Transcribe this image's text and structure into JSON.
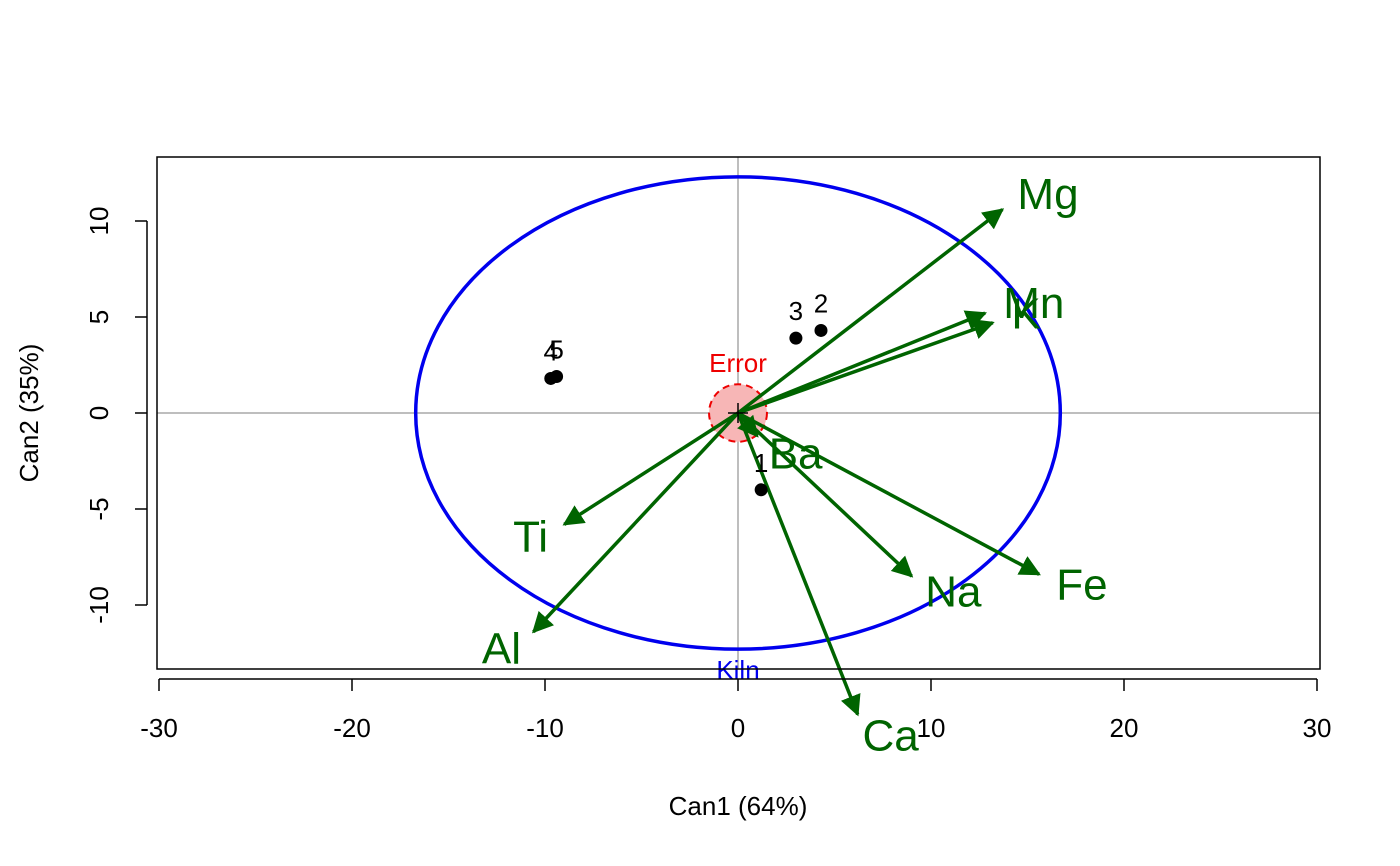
{
  "chart_data": {
    "type": "scatter",
    "xlabel": "Can1 (64%)",
    "ylabel": "Can2 (35%)",
    "xlim": [
      -30,
      30
    ],
    "ylim": [
      -13,
      13
    ],
    "x_ticks": [
      -30,
      -20,
      -10,
      0,
      10,
      20,
      30
    ],
    "y_ticks": [
      -10,
      -5,
      0,
      5,
      10
    ],
    "grid": false,
    "reference_lines": {
      "x": 0,
      "y": 0
    },
    "points": [
      {
        "label": "1",
        "x": 1.2,
        "y": -4.0
      },
      {
        "label": "2",
        "x": 4.3,
        "y": 4.3
      },
      {
        "label": "3",
        "x": 3.0,
        "y": 3.9
      },
      {
        "label": "4",
        "x": -9.7,
        "y": 1.8
      },
      {
        "label": "5",
        "x": -9.4,
        "y": 1.9
      }
    ],
    "vectors": [
      {
        "label": "Mg",
        "x": 13.7,
        "y": 10.6
      },
      {
        "label": "Mn",
        "x": 12.8,
        "y": 5.2
      },
      {
        "label": "K",
        "x": 13.2,
        "y": 4.7
      },
      {
        "label": "Ba",
        "x": 1.0,
        "y": -1.2
      },
      {
        "label": "Na",
        "x": 9.0,
        "y": -8.5
      },
      {
        "label": "Fe",
        "x": 15.6,
        "y": -8.4
      },
      {
        "label": "Ca",
        "x": 6.2,
        "y": -15.7
      },
      {
        "label": "Ti",
        "x": -9.0,
        "y": -5.8
      },
      {
        "label": "Al",
        "x": -10.6,
        "y": -11.4
      }
    ],
    "ellipses": [
      {
        "label": "Kiln",
        "cx": 0,
        "cy": 0,
        "rx": 16.7,
        "ry": 12.3,
        "color": "#0000ee"
      },
      {
        "label": "Error",
        "cx": 0,
        "cy": 0,
        "rx": 1.5,
        "ry": 1.5,
        "color": "#ee0000",
        "fill": "#f7b6b6"
      }
    ],
    "colors": {
      "vectors": "#006400",
      "points": "#000000",
      "kiln": "#0000ee",
      "error": "#ee0000",
      "reference": "#bebebe"
    }
  }
}
